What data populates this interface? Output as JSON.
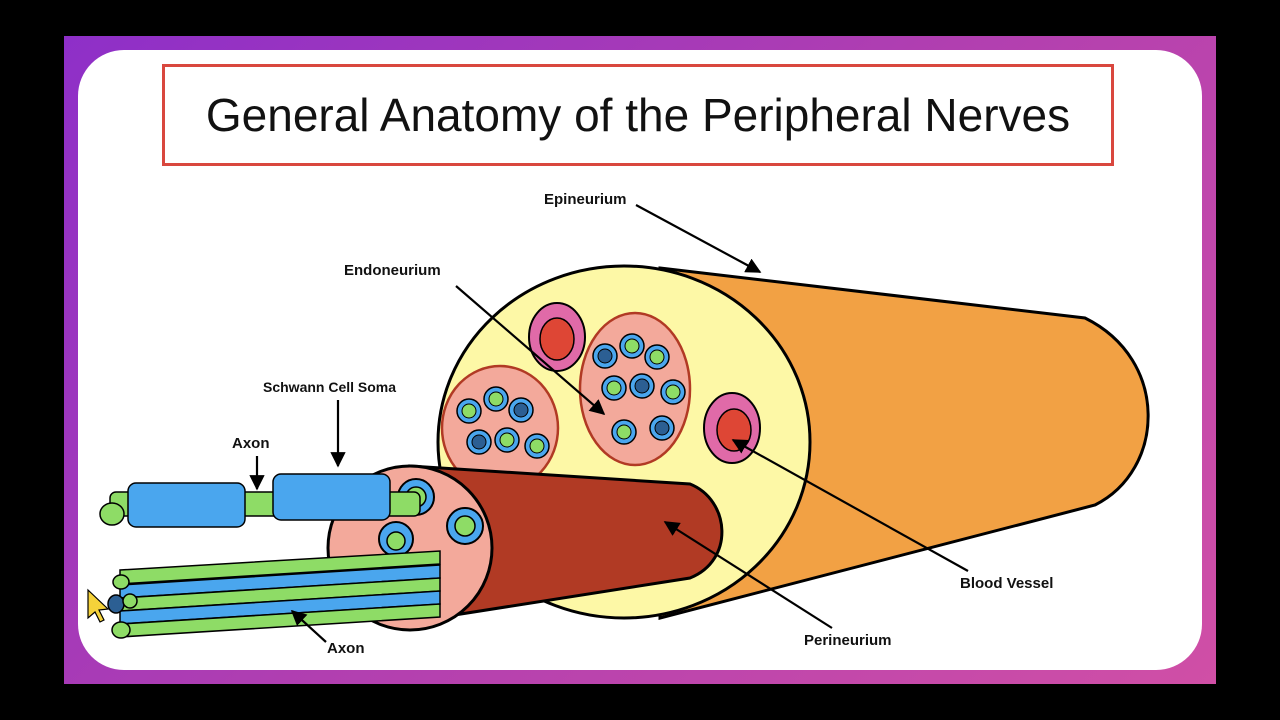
{
  "title": "General Anatomy of the Peripheral Nerves",
  "labels": {
    "epineurium": "Epineurium",
    "endoneurium": "Endoneurium",
    "schwann_cell_soma": "Schwann Cell Soma",
    "axon_top": "Axon",
    "axon_bottom": "Axon",
    "blood_vessel": "Blood Vessel",
    "perineurium": "Perineurium"
  },
  "colors": {
    "background": "#000000",
    "frame_gradient": [
      "#8e2fc8",
      "#d04fa6"
    ],
    "title_border": "#d9473e",
    "epineurium_outer": "#f2a144",
    "nerve_interior": "#fdf8a6",
    "fascicle": "#f3a99b",
    "perineurium_sheath": "#b13a24",
    "blood_vessel_wall": "#e06aa8",
    "blood_vessel_lumen": "#de4635",
    "schwann_cell": "#4aa6ee",
    "axon": "#8edc66",
    "myelinated_core": "#2c5f93"
  },
  "icons": [
    "cursor-pointer-icon"
  ]
}
